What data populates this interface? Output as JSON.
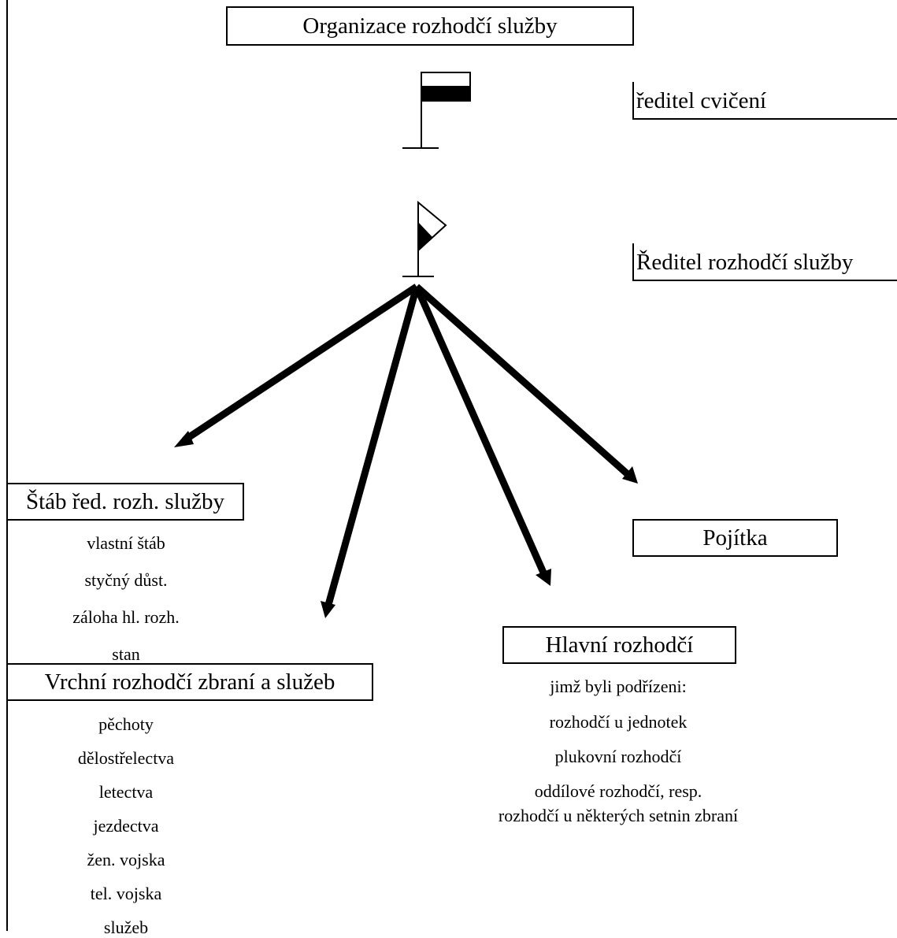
{
  "title": "Organizace rozhodčí služby",
  "labels": {
    "exercise_director": "ředitel cvičení",
    "umpire_director": "Ředitel rozhodčí služby",
    "staff": "Štáb řed. rozh. služby",
    "liaison": "Pojítka",
    "chief_umpire": "Hlavní rozhodčí",
    "senior_umpires": "Vrchní rozhodčí zbraní a služeb"
  },
  "staff_items": [
    "vlastní štáb",
    "styčný důst.",
    "záloha hl. rozh.",
    "stan"
  ],
  "chief_items": [
    "jimž byli podřízeni:",
    "rozhodčí u jednotek",
    "plukovní rozhodčí",
    "oddílové rozhodčí, resp.",
    "rozhodčí u některých setnin zbraní"
  ],
  "senior_items": [
    "pěchoty",
    "dělostřelectva",
    "letectva",
    "jezdectva",
    "žen. vojska",
    "tel. vojska",
    "služeb"
  ],
  "icons": {
    "director_flag": "flag-icon",
    "umpire_flag": "pennant-flag-icon"
  }
}
